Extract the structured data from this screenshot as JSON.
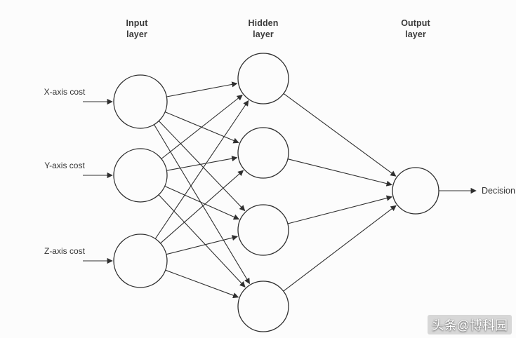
{
  "diagram": {
    "type": "neural-network",
    "layers": [
      {
        "title": "Input layer",
        "nodes": 3
      },
      {
        "title": "Hidden layer",
        "nodes": 4
      },
      {
        "title": "Output layer",
        "nodes": 1
      }
    ],
    "inputs": [
      "X-axis cost",
      "Y-axis cost",
      "Z-axis cost"
    ],
    "output_label": "Decision",
    "connections": "fully-connected between adjacent layers"
  },
  "watermark": "头条@博科园",
  "colors": {
    "stroke": "#2f2f2f",
    "node_fill": "#fcfcfc",
    "text": "#333333",
    "background": "#fcfcfc"
  }
}
